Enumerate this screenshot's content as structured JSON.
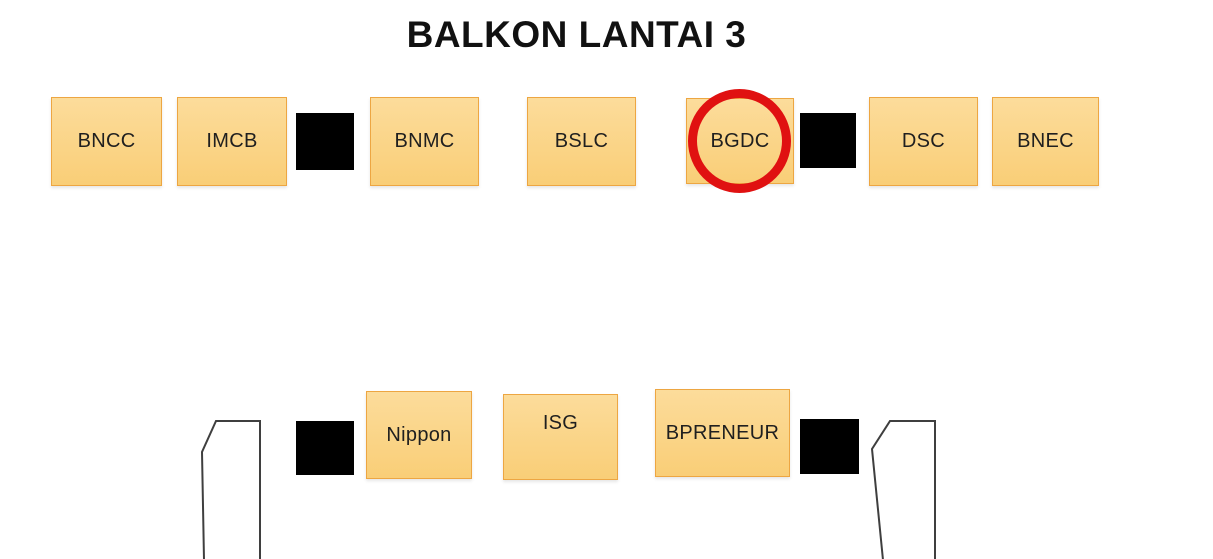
{
  "title": "BALKON LANTAI 3",
  "booths": {
    "top_row": [
      {
        "label": "BNCC"
      },
      {
        "label": "IMCB"
      },
      {
        "label": "BNMC"
      },
      {
        "label": "BSLC"
      },
      {
        "label": "BGDC",
        "highlighted": true
      },
      {
        "label": "DSC"
      },
      {
        "label": "BNEC"
      }
    ],
    "bottom_row": [
      {
        "label": "Nippon"
      },
      {
        "label": "ISG"
      },
      {
        "label": "BPRENEUR"
      }
    ]
  },
  "highlight": {
    "booth": "BGDC",
    "shape": "red-circle"
  },
  "colors": {
    "background": "#FFFFFF",
    "title_text": "#111111",
    "booth_fill_top": "#FCDC9B",
    "booth_fill_bottom": "#F9CE77",
    "booth_border": "#EDA642",
    "booth_text": "#1F1F1F",
    "block": "#000000",
    "highlight": "#E01111",
    "pillar_outline": "#3F3F3F"
  }
}
